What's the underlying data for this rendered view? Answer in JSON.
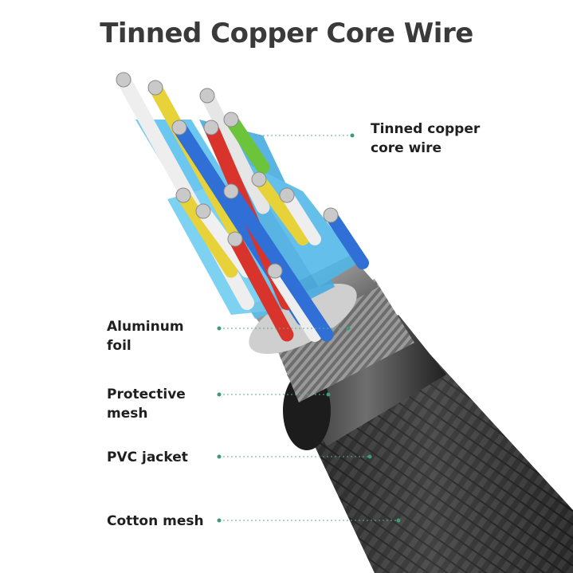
{
  "title": "Tinned Copper Core Wire",
  "labels": {
    "copper_core": "Tinned copper core wire",
    "copper_core_line1": "Tinned copper",
    "copper_core_line2": "core wire",
    "aluminum_foil_line1": "Aluminum",
    "aluminum_foil_line2": "foil",
    "protective_mesh_line1": "Protective",
    "protective_mesh_line2": "mesh",
    "pvc_jacket": "PVC jacket",
    "cotton_mesh": "Cotton mesh"
  },
  "colors": {
    "title_text": "#3a3a3a",
    "label_text": "#1f1f1f",
    "leader_line": "#5fae8a",
    "inner_sheath": "#4fb8e8",
    "wire_red": "#d9342b",
    "wire_blue": "#2f6fd6",
    "wire_yellow": "#e8d23a",
    "wire_green": "#6cc43a",
    "wire_white": "#eeeeee",
    "metal_band": "#9a9a9a",
    "jacket": "#2a2a2a"
  }
}
